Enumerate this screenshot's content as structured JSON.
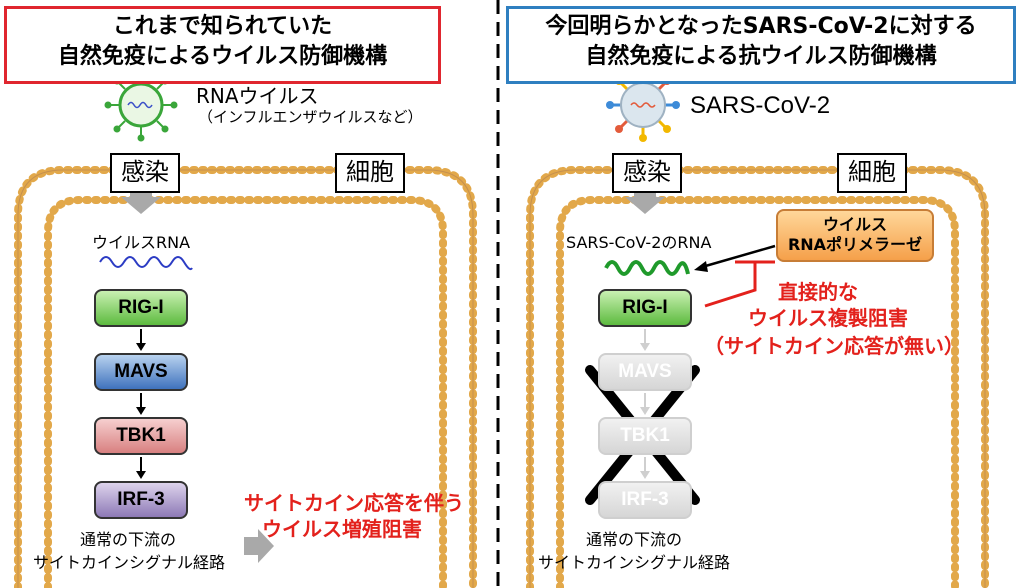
{
  "left": {
    "title_line1": "これまで知られていた",
    "title_line2": "自然免疫によるウイルス防御機構",
    "virus_name": "RNAウイルス",
    "virus_example": "（インフルエンザウイルスなど）",
    "infection_label": "感染",
    "cell_label": "細胞",
    "rna_label": "ウイルスRNA",
    "nodes": [
      "RIG-I",
      "MAVS",
      "TBK1",
      "IRF-3"
    ],
    "downstream_line1": "通常の下流の",
    "downstream_line2": "サイトカインシグナル経路",
    "result_line1": "サイトカイン応答を伴う",
    "result_line2": "ウイルス増殖阻害"
  },
  "right": {
    "title_line1": "今回明らかとなったSARS-CoV-2に対する",
    "title_line2": "自然免疫による抗ウイルス防御機構",
    "virus_name": "SARS-CoV-2",
    "infection_label": "感染",
    "cell_label": "細胞",
    "rna_label": "SARS-CoV-2のRNA",
    "polymerase_line1": "ウイルス",
    "polymerase_line2": "RNAポリメラーゼ",
    "nodes": [
      "RIG-I",
      "MAVS",
      "TBK1",
      "IRF-3"
    ],
    "inhibition_line1": "直接的な",
    "inhibition_line2": "ウイルス複製阻害",
    "inhibition_line3": "（サイトカイン応答が無い）",
    "downstream_line1": "通常の下流の",
    "downstream_line2": "サイトカインシグナル経路"
  },
  "colors": {
    "membrane": "#d9a441",
    "red_accent": "#e3211c",
    "blue_accent": "#2f7fc0",
    "virus_green": "#3aa63a"
  }
}
